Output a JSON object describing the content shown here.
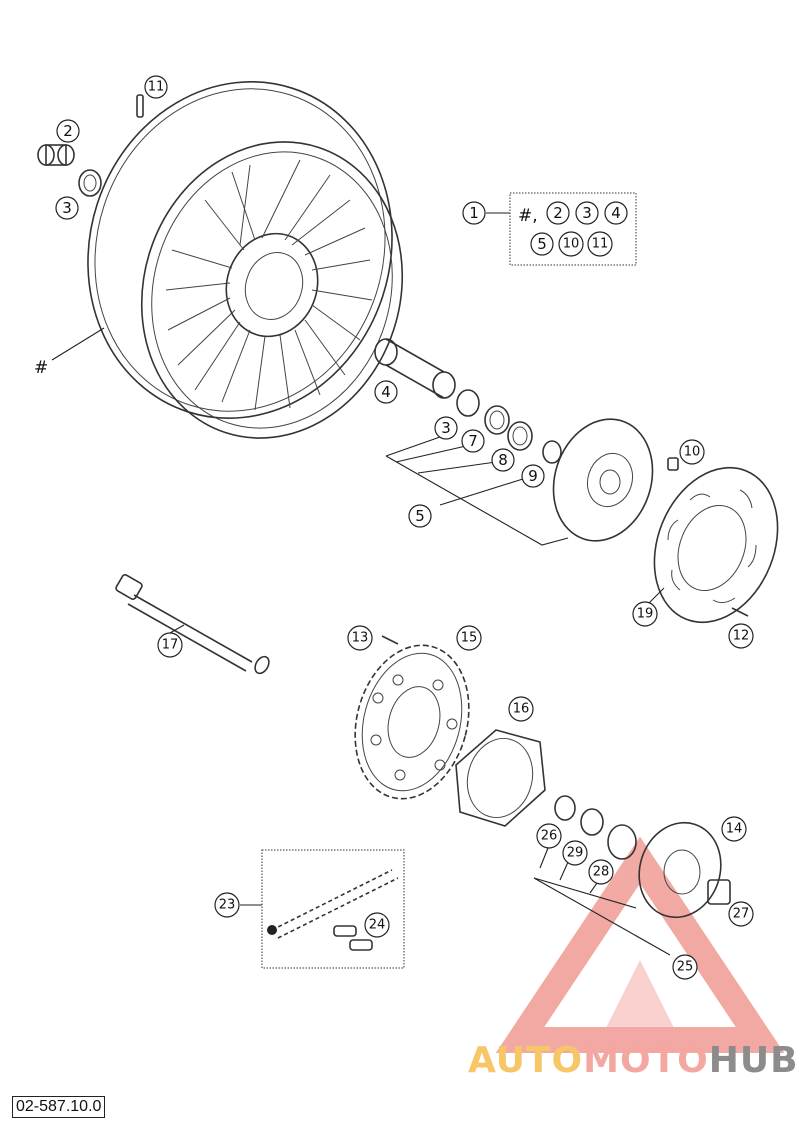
{
  "diagram": {
    "drawing_number": "02-587.10.0",
    "watermark": {
      "part1": "AUTO",
      "part2": "MOTO",
      "part3": "HUB",
      "color_a": "#f6c667",
      "color_m": "#f4a6a0",
      "color_h": "#8c8c8c"
    },
    "callouts": [
      {
        "id": "c-11-top",
        "label": "11"
      },
      {
        "id": "c-2",
        "label": "2"
      },
      {
        "id": "c-3-top",
        "label": "3"
      },
      {
        "id": "c-1",
        "label": "1"
      },
      {
        "id": "c-4",
        "label": "4"
      },
      {
        "id": "c-3-mid",
        "label": "3"
      },
      {
        "id": "c-7",
        "label": "7"
      },
      {
        "id": "c-8",
        "label": "8"
      },
      {
        "id": "c-9",
        "label": "9"
      },
      {
        "id": "c-5",
        "label": "5"
      },
      {
        "id": "c-10",
        "label": "10"
      },
      {
        "id": "c-19",
        "label": "19"
      },
      {
        "id": "c-12",
        "label": "12"
      },
      {
        "id": "c-17",
        "label": "17"
      },
      {
        "id": "c-13",
        "label": "13"
      },
      {
        "id": "c-15",
        "label": "15"
      },
      {
        "id": "c-16",
        "label": "16"
      },
      {
        "id": "c-14",
        "label": "14"
      },
      {
        "id": "c-26",
        "label": "26"
      },
      {
        "id": "c-29",
        "label": "29"
      },
      {
        "id": "c-28",
        "label": "28"
      },
      {
        "id": "c-27",
        "label": "27"
      },
      {
        "id": "c-25",
        "label": "25"
      },
      {
        "id": "c-23",
        "label": "23"
      },
      {
        "id": "c-24",
        "label": "24"
      }
    ],
    "kit_box": {
      "prefix": "#,",
      "items": [
        {
          "label": "2"
        },
        {
          "label": "3"
        },
        {
          "label": "4"
        },
        {
          "label": "5"
        },
        {
          "label": "10"
        },
        {
          "label": "11"
        }
      ]
    },
    "hash_label": "#"
  }
}
